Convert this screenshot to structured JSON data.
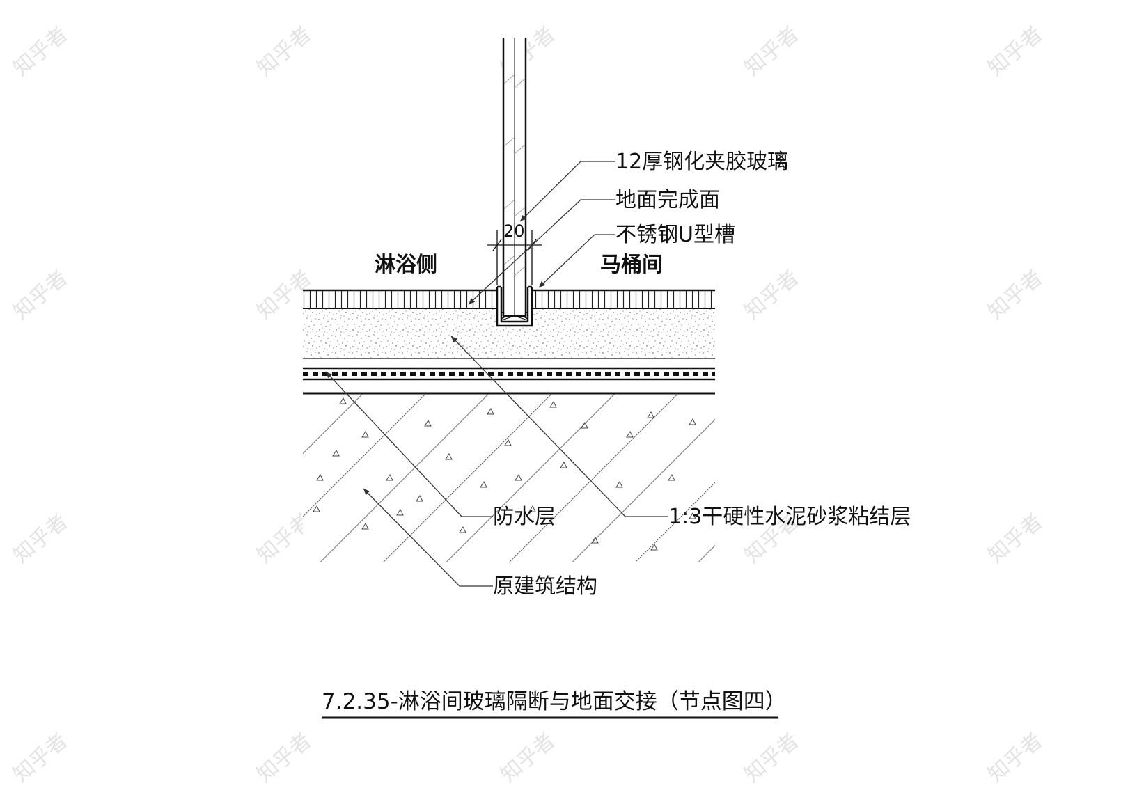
{
  "watermark": {
    "text": "知乎者"
  },
  "sides": {
    "left": "淋浴侧",
    "right": "马桶间"
  },
  "dimension": {
    "width": "20"
  },
  "labels": {
    "glass": "12厚钢化夹胶玻璃",
    "floor_finish": "地面完成面",
    "u_channel": "不锈钢U型槽",
    "waterproof": "防水层",
    "mortar": "1:3干硬性水泥砂浆粘结层",
    "structure": "原建筑结构"
  },
  "caption": {
    "number": "7.2.35-",
    "title": "淋浴间玻璃隔断与地面交接",
    "suffix": "（节点图四）"
  }
}
